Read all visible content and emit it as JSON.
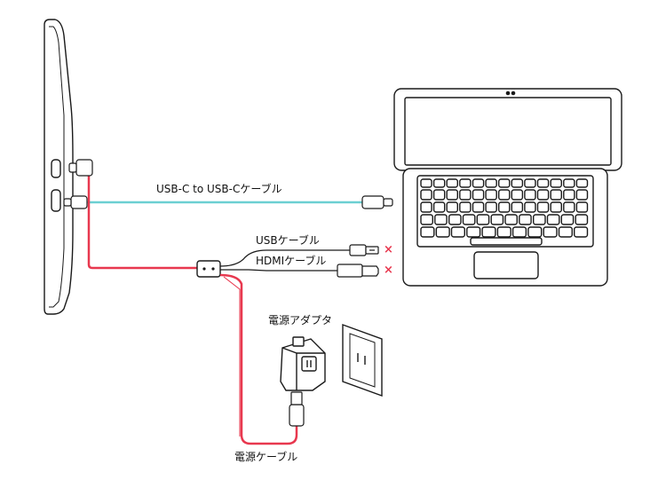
{
  "labels": {
    "usbc_cable": "USB-C to USB-Cケーブル",
    "usb_cable": "USBケーブル",
    "hdmi_cable": "HDMIケーブル",
    "power_adapter": "電源アダプタ",
    "power_cable": "電源ケーブル"
  },
  "marks": {
    "usb_unused": "×",
    "hdmi_unused": "×"
  },
  "colors": {
    "outline": "#1a1a1a",
    "usbc_cable": "#6ccfd2",
    "power_cable": "#e8384f",
    "x_mark": "#e8384f",
    "background": "#ffffff"
  }
}
